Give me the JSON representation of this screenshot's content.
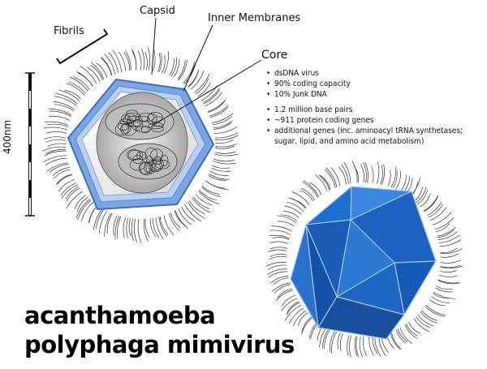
{
  "labels": {
    "fibrils": "Fibrils",
    "capsid": "Capsid",
    "inner_membranes": "Inner Membranes",
    "core": "Core",
    "scale": "400nm"
  },
  "facts": [
    "dsDNA virus",
    "90% coding capacity",
    "10% Junk DNA",
    "1.2 million base pairs",
    "~911 protein coding genes",
    "additional genes (inc. aminoacyl tRNA synthetases;",
    "sugar, lipid, and amino acid metabolism)"
  ],
  "title": {
    "line1": "acanthamoeba",
    "line2": "polyphaga mimivirus"
  },
  "colors": {
    "capsid_blue": "#5b8fd8",
    "icosahedron_blue": "#1f6fd0",
    "fibril": "#333333"
  }
}
